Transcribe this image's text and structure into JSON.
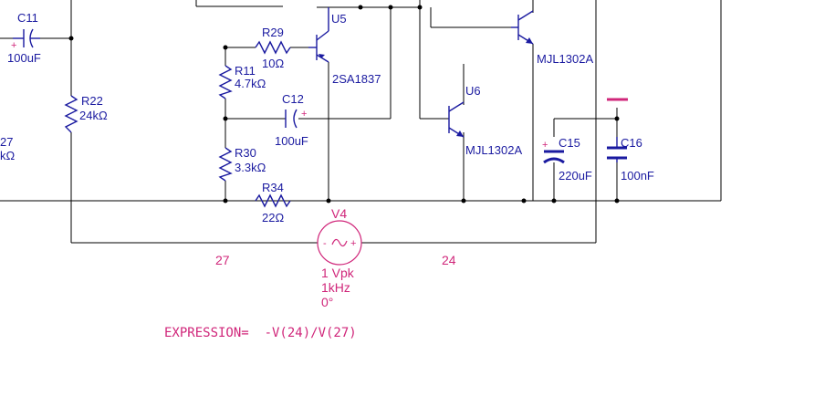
{
  "components": {
    "c11": {
      "ref": "C11",
      "value": "100uF"
    },
    "r22": {
      "ref": "R22",
      "value": "24kΩ"
    },
    "left_cut_ref": "27",
    "left_cut_value": "kΩ",
    "r29": {
      "ref": "R29",
      "value": "10Ω"
    },
    "r11": {
      "ref": "R11",
      "value": "4.7kΩ"
    },
    "r30": {
      "ref": "R30",
      "value": "3.3kΩ"
    },
    "r34": {
      "ref": "R34",
      "value": "22Ω"
    },
    "c12": {
      "ref": "C12",
      "value": "100uF"
    },
    "u5": {
      "ref": "U5",
      "value": "2SA1837"
    },
    "u6": {
      "ref": "U6",
      "value": "MJL1302A"
    },
    "q_top": {
      "value": "MJL1302A"
    },
    "c15": {
      "ref": "C15",
      "value": "220uF"
    },
    "c16": {
      "ref": "C16",
      "value": "100nF"
    },
    "v4": {
      "ref": "V4",
      "amplitude": "1 Vpk",
      "frequency": "1kHz",
      "phase": "0°"
    }
  },
  "nets": {
    "left": "27",
    "right": "24"
  },
  "expression": "EXPRESSION=  -V(24)/V(27)",
  "polarity_mark": "+",
  "source_minus_mark": "-",
  "colors": {
    "wire": "#000000",
    "component": "#1a1aa0",
    "annotation": "#d0267a"
  }
}
